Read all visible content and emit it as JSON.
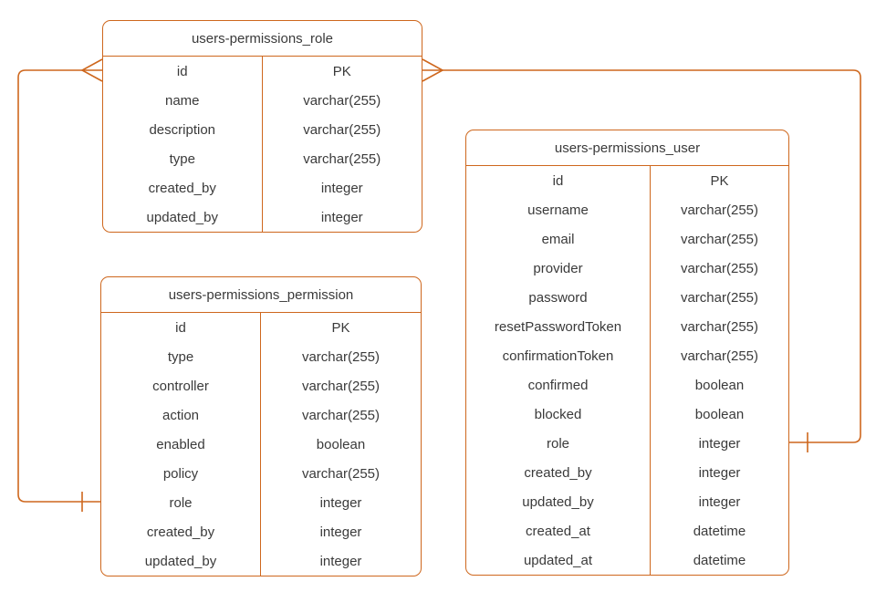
{
  "diagram": {
    "type": "entity-relationship",
    "accent_color": "#ce671d",
    "text_color": "#3a3a3a",
    "background_color": "#ffffff",
    "tables": [
      {
        "title": "users-permissions_role",
        "rows": [
          {
            "field": "id",
            "type": "PK"
          },
          {
            "field": "name",
            "type": "varchar(255)"
          },
          {
            "field": "description",
            "type": "varchar(255)"
          },
          {
            "field": "type",
            "type": "varchar(255)"
          },
          {
            "field": "created_by",
            "type": "integer"
          },
          {
            "field": "updated_by",
            "type": "integer"
          }
        ]
      },
      {
        "title": "users-permissions_permission",
        "rows": [
          {
            "field": "id",
            "type": "PK"
          },
          {
            "field": "type",
            "type": "varchar(255)"
          },
          {
            "field": "controller",
            "type": "varchar(255)"
          },
          {
            "field": "action",
            "type": "varchar(255)"
          },
          {
            "field": "enabled",
            "type": "boolean"
          },
          {
            "field": "policy",
            "type": "varchar(255)"
          },
          {
            "field": "role",
            "type": "integer"
          },
          {
            "field": "created_by",
            "type": "integer"
          },
          {
            "field": "updated_by",
            "type": "integer"
          }
        ]
      },
      {
        "title": "users-permissions_user",
        "rows": [
          {
            "field": "id",
            "type": "PK"
          },
          {
            "field": "username",
            "type": "varchar(255)"
          },
          {
            "field": "email",
            "type": "varchar(255)"
          },
          {
            "field": "provider",
            "type": "varchar(255)"
          },
          {
            "field": "password",
            "type": "varchar(255)"
          },
          {
            "field": "resetPasswordToken",
            "type": "varchar(255)"
          },
          {
            "field": "confirmationToken",
            "type": "varchar(255)"
          },
          {
            "field": "confirmed",
            "type": "boolean"
          },
          {
            "field": "blocked",
            "type": "boolean"
          },
          {
            "field": "role",
            "type": "integer"
          },
          {
            "field": "created_by",
            "type": "integer"
          },
          {
            "field": "updated_by",
            "type": "integer"
          },
          {
            "field": "created_at",
            "type": "datetime"
          },
          {
            "field": "updated_at",
            "type": "datetime"
          }
        ]
      }
    ],
    "relationships": [
      {
        "from_table": "users-permissions_role",
        "from_field": "id",
        "from_cardinality": "many (crow's foot)",
        "to_table": "users-permissions_permission",
        "to_field": "role",
        "to_cardinality": "one (tick)"
      },
      {
        "from_table": "users-permissions_role",
        "from_field": "id",
        "from_cardinality": "many (crow's foot)",
        "to_table": "users-permissions_user",
        "to_field": "role",
        "to_cardinality": "one (tick)"
      }
    ]
  }
}
